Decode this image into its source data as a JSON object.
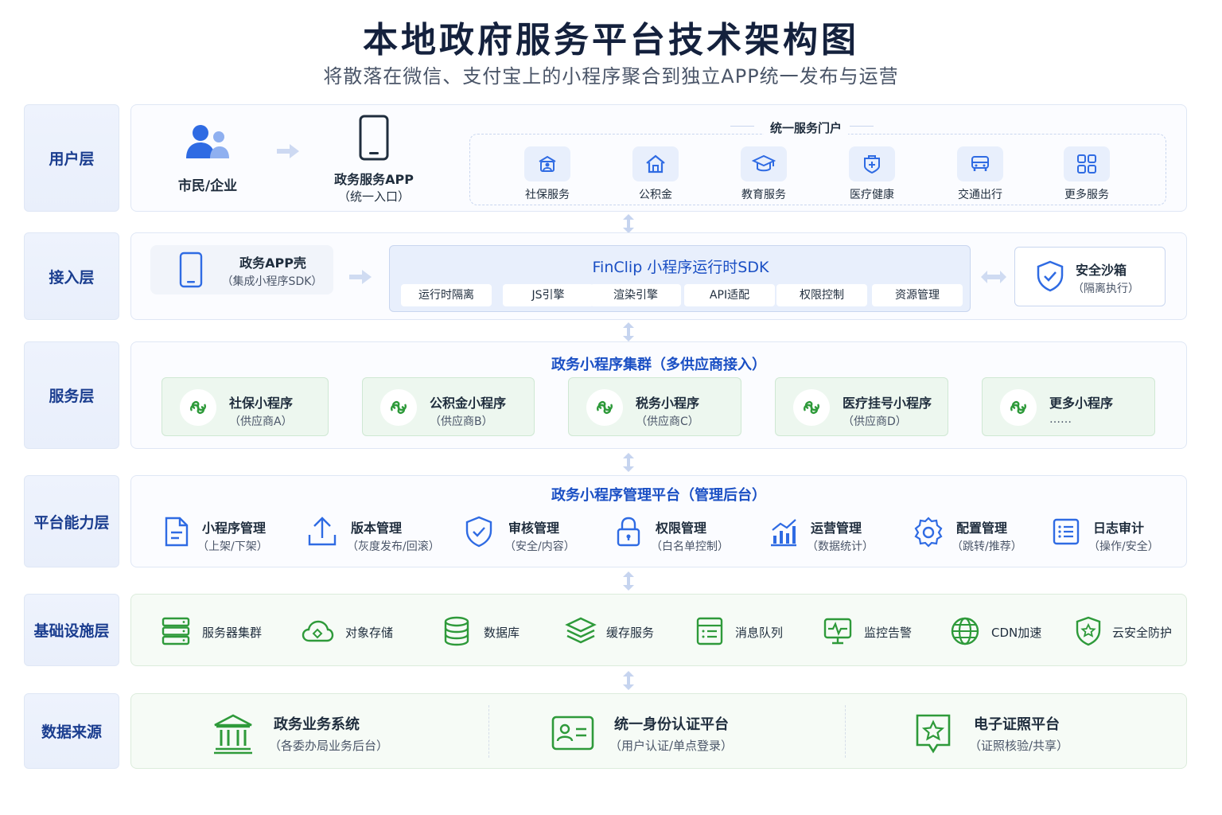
{
  "title": "本地政府服务平台技术架构图",
  "subtitle": "将散落在微信、支付宝上的小程序聚合到独立APP统一发布与运营",
  "colors": {
    "primary": "#2f6be3",
    "green": "#2e9a3a",
    "navy": "#14213d"
  },
  "layers": {
    "user": "用户层",
    "access": "接入层",
    "service": "服务层",
    "platform": "平台能力层",
    "infra": "基础设施层",
    "data": "数据来源"
  },
  "user_layer": {
    "citizen": {
      "icon": "users-icon",
      "label": "市民/企业"
    },
    "app": {
      "icon": "smartphone-icon",
      "label": "政务服务APP",
      "sub": "（统一入口）"
    },
    "portal_title": "统一服务门户",
    "services": [
      {
        "icon": "social-security-icon",
        "label": "社保服务"
      },
      {
        "icon": "home-icon",
        "label": "公积金"
      },
      {
        "icon": "graduation-cap-icon",
        "label": "教育服务"
      },
      {
        "icon": "medical-kit-icon",
        "label": "医疗健康"
      },
      {
        "icon": "car-icon",
        "label": "交通出行"
      },
      {
        "icon": "grid-icon",
        "label": "更多服务"
      }
    ]
  },
  "access_layer": {
    "shell": {
      "icon": "smartphone-icon",
      "label": "政务APP壳",
      "sub": "（集成小程序SDK）"
    },
    "sdk": {
      "title": "FinClip 小程序运行时SDK",
      "modules": [
        "运行时隔离",
        "JS引擎",
        "渲染引擎",
        "API适配",
        "权限控制",
        "资源管理"
      ]
    },
    "sandbox": {
      "icon": "shield-check-icon",
      "label": "安全沙箱",
      "sub": "（隔离执行）"
    }
  },
  "service_layer": {
    "title": "政务小程序集群（多供应商接入）",
    "miniprograms": [
      {
        "icon": "miniprogram-icon",
        "label": "社保小程序",
        "sub": "（供应商A）"
      },
      {
        "icon": "miniprogram-icon",
        "label": "公积金小程序",
        "sub": "（供应商B）"
      },
      {
        "icon": "miniprogram-icon",
        "label": "税务小程序",
        "sub": "（供应商C）"
      },
      {
        "icon": "miniprogram-icon",
        "label": "医疗挂号小程序",
        "sub": "（供应商D）"
      },
      {
        "icon": "miniprogram-icon",
        "label": "更多小程序",
        "sub": "……"
      }
    ]
  },
  "platform_layer": {
    "title": "政务小程序管理平台（管理后台）",
    "capabilities": [
      {
        "icon": "document-icon",
        "label": "小程序管理",
        "sub": "（上架/下架）"
      },
      {
        "icon": "upload-icon",
        "label": "版本管理",
        "sub": "（灰度发布/回滚）"
      },
      {
        "icon": "shield-check-icon",
        "label": "审核管理",
        "sub": "（安全/内容）"
      },
      {
        "icon": "lock-icon",
        "label": "权限管理",
        "sub": "（白名单控制）"
      },
      {
        "icon": "bar-chart-icon",
        "label": "运营管理",
        "sub": "（数据统计）"
      },
      {
        "icon": "gear-icon",
        "label": "配置管理",
        "sub": "（跳转/推荐）"
      },
      {
        "icon": "list-icon",
        "label": "日志审计",
        "sub": "（操作/安全）"
      }
    ]
  },
  "infra_layer": {
    "items": [
      {
        "icon": "server-icon",
        "label": "服务器集群"
      },
      {
        "icon": "cloud-icon",
        "label": "对象存储"
      },
      {
        "icon": "database-icon",
        "label": "数据库"
      },
      {
        "icon": "layers-icon",
        "label": "缓存服务"
      },
      {
        "icon": "message-queue-icon",
        "label": "消息队列"
      },
      {
        "icon": "monitor-icon",
        "label": "监控告警"
      },
      {
        "icon": "globe-icon",
        "label": "CDN加速"
      },
      {
        "icon": "shield-star-icon",
        "label": "云安全防护"
      }
    ]
  },
  "data_layer": {
    "sources": [
      {
        "icon": "government-building-icon",
        "label": "政务业务系统",
        "sub": "（各委办局业务后台）"
      },
      {
        "icon": "id-card-icon",
        "label": "统一身份认证平台",
        "sub": "（用户认证/单点登录）"
      },
      {
        "icon": "certificate-star-icon",
        "label": "电子证照平台",
        "sub": "（证照核验/共享）"
      }
    ]
  }
}
